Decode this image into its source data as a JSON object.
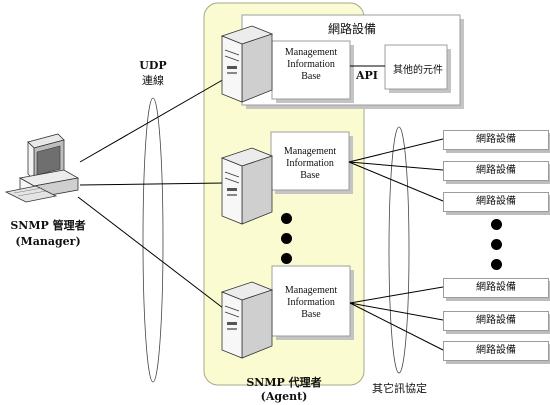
{
  "diagram": {
    "network_device_title": "網路設備",
    "mib_line1": "Management",
    "mib_line2": "Information",
    "mib_line3": "Base",
    "api_label": "API",
    "other_component": "其他的元件",
    "udp_label_line1": "UDP",
    "udp_label_line2": "連線",
    "manager_label_line1": "SNMP 管理者",
    "manager_label_line2": "(Manager)",
    "agent_label_line1": "SNMP 代理者",
    "agent_label_line2": "(Agent)",
    "other_protocols": "其它訊協定",
    "devices_top": [
      "網路設備",
      "網路設備",
      "網路設備"
    ],
    "devices_bottom": [
      "網路設備",
      "網路設備",
      "網路設備"
    ]
  },
  "colors": {
    "agent_area_fill": "#fbfbd2",
    "agent_area_border": "#a9a98a",
    "box_border": "#9c9c9c",
    "shadow": "#bdbdbd",
    "line": "#000000"
  },
  "icons": {
    "manager": "desktop-computer-icon",
    "agent": "server-tower-icon"
  }
}
